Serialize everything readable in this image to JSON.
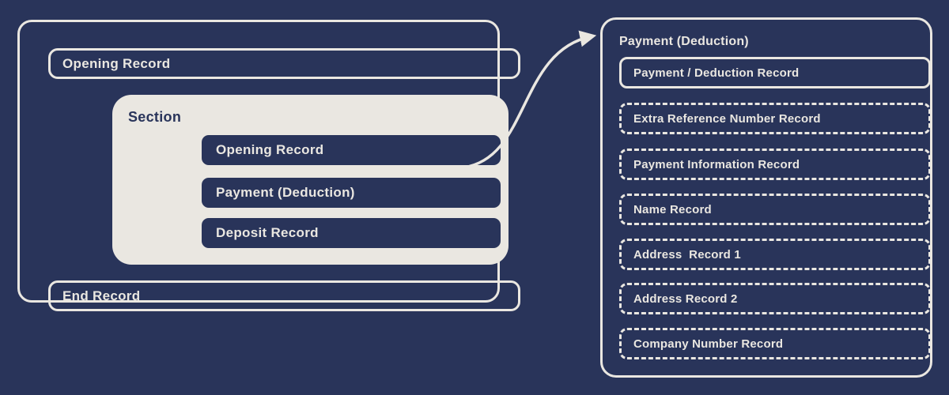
{
  "colors": {
    "background": "#29345a",
    "panel_fill": "#eae7e1",
    "line": "#eae7e1",
    "dark_text": "#29345a",
    "light_text": "#eae7e1"
  },
  "file_structure": {
    "opening_record_label": "Opening Record",
    "section": {
      "label": "Section",
      "items": [
        {
          "label": "Opening Record"
        },
        {
          "label": "Payment (Deduction)",
          "linked_to_detail_panel": true
        },
        {
          "label": "Deposit Record"
        }
      ]
    },
    "end_record_label": "End Record"
  },
  "detail_panel": {
    "title": "Payment (Deduction)",
    "records": [
      {
        "label": "Payment / Deduction Record",
        "border_style": "solid"
      },
      {
        "label": "Extra Reference Number Record",
        "border_style": "dashed"
      },
      {
        "label": "Payment Information Record",
        "border_style": "dashed"
      },
      {
        "label": "Name Record",
        "border_style": "dashed"
      },
      {
        "label": "Address  Record 1",
        "border_style": "dashed"
      },
      {
        "label": "Address Record 2",
        "border_style": "dashed"
      },
      {
        "label": "Company Number Record",
        "border_style": "dashed"
      }
    ]
  }
}
